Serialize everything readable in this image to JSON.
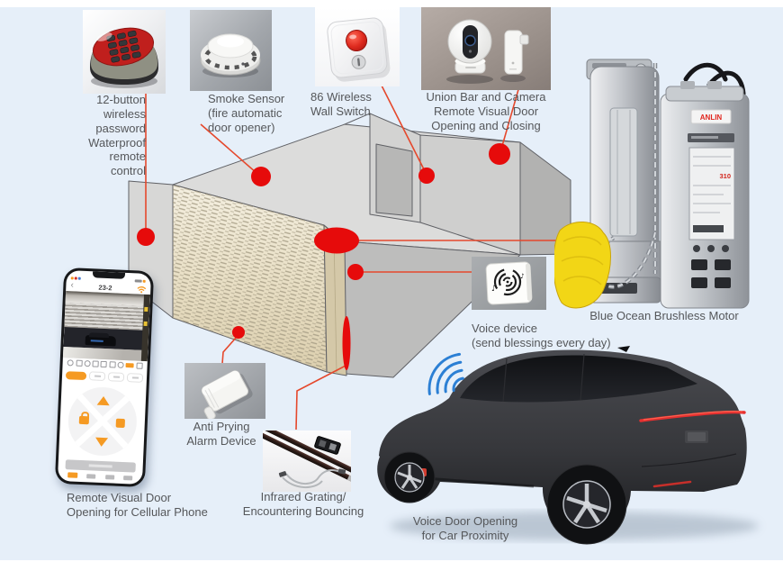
{
  "colors": {
    "background": "#e6eff9",
    "accent_red": "#e60b0b",
    "connector_red": "#e5482c",
    "wifi_blue": "#2b7fd4",
    "label_text": "#55575a",
    "door_cream": "#eae1c8",
    "phone_accent": "#f59a23"
  },
  "icons": {
    "back_chevron": "‹",
    "music_note": "♪"
  },
  "components": {
    "keypad": {
      "label": "12-button\nwireless\npassword\nWaterproof\nremote\ncontrol"
    },
    "smoke_sensor": {
      "label": "Smoke Sensor\n(fire automatic\ndoor opener)"
    },
    "wall_switch": {
      "label": "86 Wireless\nWall Switch"
    },
    "camera": {
      "label": "Union Bar and Camera\nRemote Visual Door\nOpening and Closing"
    },
    "motor": {
      "label": "Blue Ocean Brushless Motor",
      "brand": "ANLIN",
      "panel_value": "310"
    },
    "voice_device": {
      "label": "Voice device\n(send blessings every day)"
    },
    "anti_prying": {
      "label": "Anti Prying\nAlarm Device"
    },
    "infrared": {
      "label": "Infrared Grating/\nEncountering Bouncing"
    },
    "phone": {
      "label": "Remote Visual Door\nOpening for Cellular Phone",
      "app_title": "23-2"
    },
    "car": {
      "label": "Voice Door Opening\nfor Car Proximity"
    }
  }
}
